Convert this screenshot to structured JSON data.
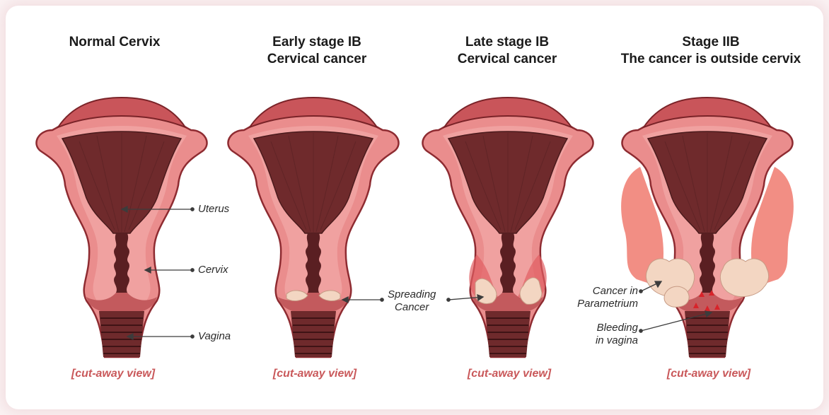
{
  "panels": [
    {
      "title_lines": [
        "Normal Cervix"
      ],
      "caption": "[cut-away view]"
    },
    {
      "title_lines": [
        "Early stage IB",
        "Cervical cancer"
      ],
      "caption": "[cut-away view]"
    },
    {
      "title_lines": [
        "Late stage IB",
        "Cervical cancer"
      ],
      "caption": "[cut-away view]"
    },
    {
      "title_lines": [
        "Stage IIB",
        "The cancer is outside cervix"
      ],
      "caption": "[cut-away view]"
    }
  ],
  "labels": {
    "uterus": "Uterus",
    "cervix": "Cervix",
    "vagina": "Vagina",
    "spreading_cancer": [
      "Spreading",
      "Cancer"
    ],
    "cancer_in_parametrium": [
      "Cancer in",
      "Parametrium"
    ],
    "bleeding_in_vagina": [
      "Bleeding",
      "in vagina"
    ]
  },
  "colors": {
    "outer_wall": "#e37b7d",
    "wall_outline": "#8e2b31",
    "cavity": "#6f2a2c",
    "vagina_ridges": "#5a1f22",
    "tumor": "#f3d6c2",
    "parametrium_spread": "#f07a6f",
    "bleeding": "#d8232a",
    "caption": "#c9585a"
  }
}
